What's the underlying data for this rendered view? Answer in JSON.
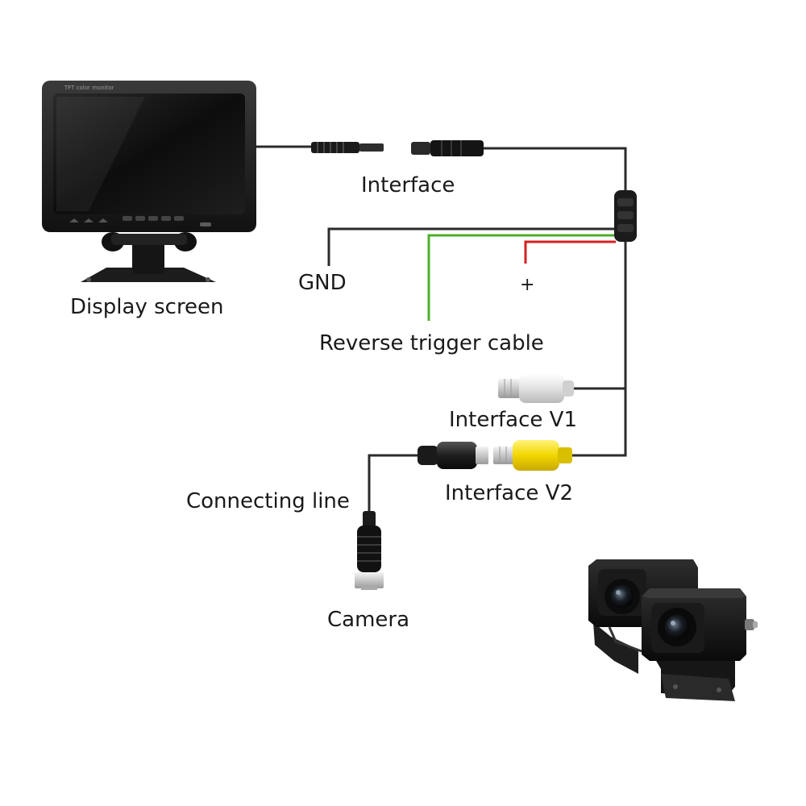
{
  "labels": {
    "display_screen": "Display screen",
    "interface": "Interface",
    "gnd": "GND",
    "plus": "+",
    "reverse_trigger_cable": "Reverse trigger cable",
    "interface_v1": "Interface V1",
    "interface_v2": "Interface V2",
    "connecting_line": "Connecting line",
    "camera": "Camera"
  },
  "monitor": {
    "brand_text": "TFT color monitor"
  },
  "colors": {
    "cable_black": "#2b2b2b",
    "wire_green": "#4caf2a",
    "wire_red": "#d42020",
    "rca_white": "#e6e6e6",
    "rca_yellow": "#f2d600"
  }
}
